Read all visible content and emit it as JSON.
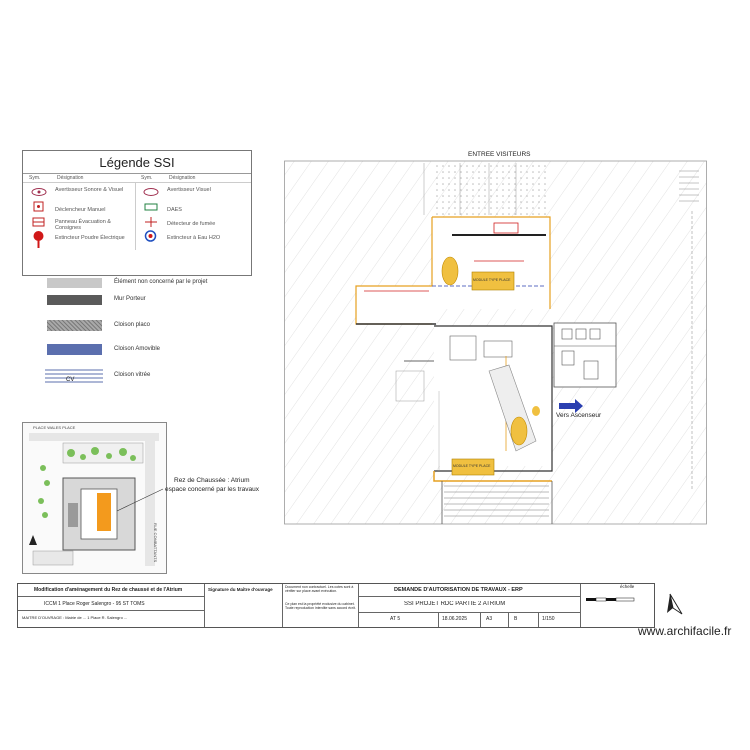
{
  "legend": {
    "title": "Légende SSI",
    "col_sym": "Sym.",
    "col_desc": "Désignation",
    "items_left": [
      {
        "icon": "av-sonore-visuel-icon",
        "label": "Avertisseur Sonore & Visuel"
      },
      {
        "icon": "declencheur-manuel-icon",
        "label": "Déclencheur Manuel"
      },
      {
        "icon": "panneau-evacuation-icon",
        "label": "Panneau Évacuation & Consignes"
      },
      {
        "icon": "extincteur-poudre-icon",
        "label": "Extincteur Poudre Électrique"
      }
    ],
    "items_right": [
      {
        "icon": "av-visuel-icon",
        "label": "Avertisseur Visuel"
      },
      {
        "icon": "daes-icon",
        "label": "DAES"
      },
      {
        "icon": "detecteur-fumee-icon",
        "label": "Détecteur de fumée"
      },
      {
        "icon": "extincteur-eau-icon",
        "label": "Extincteur à Eau H2O"
      }
    ]
  },
  "materials": [
    {
      "label": "Élément non concerné par le projet",
      "color": "#c8c8c8"
    },
    {
      "label": "Mur Porteur",
      "color": "#5a5a5a"
    },
    {
      "label": "Cloison placo",
      "color": "#8a8a8a"
    },
    {
      "label": "Cloison Amovible",
      "color": "#5b6fae"
    },
    {
      "label": "Cloison vitrée",
      "color": "#5b6fae"
    }
  ],
  "cloison_vitree_tag": "CV",
  "site_plan": {
    "street_top": "PLACE WALES PLACE",
    "street_right": "RUE COMBATTANTS",
    "annotation_line1": "Rez de Chaussée : Atrium",
    "annotation_line2": "espace concerné par les travaux",
    "highlight_color": "#f39a1d"
  },
  "plan": {
    "entrance_label": "ENTREE VISITEURS",
    "room_label_1": "MODULE TYPE PLACE",
    "room_label_2": "MODULE TYPE PLACE",
    "elevator_label": "Vers Ascenseur",
    "accent_orange": "#f0a020",
    "accent_yellow": "#e8b800",
    "accent_blue": "#2a3fb0",
    "accent_red": "#d02020"
  },
  "title_block": {
    "project": "Modification d'aménagement du Rez de chaussé et de l'Atrium",
    "address": "ICCM 1 Place Roger Salengro - 95 ST TOMS",
    "client": "MAITRE D'OUVRAGE : Mairie de ... 1 Place R. Salengro ...",
    "signature": "Signature du Maître d'ouvrage",
    "notes_1": "Document non contractuel. Les cotes sont à vérifier sur place avant exécution.",
    "notes_2": "Ce plan est la propriété exclusive du cabinet. Toute reproduction interdite sans accord écrit.",
    "demand": "DEMANDE D'AUTORISATION DE TRAVAUX - ERP",
    "subtitle": "SSI   PROJET   RDC   PARTIE 2   ATRIUM",
    "sheet": "AT 5",
    "date": "18.06.2025",
    "format": "A3",
    "index": "B",
    "scale": "1/150",
    "scale_label": "échelle"
  },
  "watermark": "www.archifacile.fr"
}
